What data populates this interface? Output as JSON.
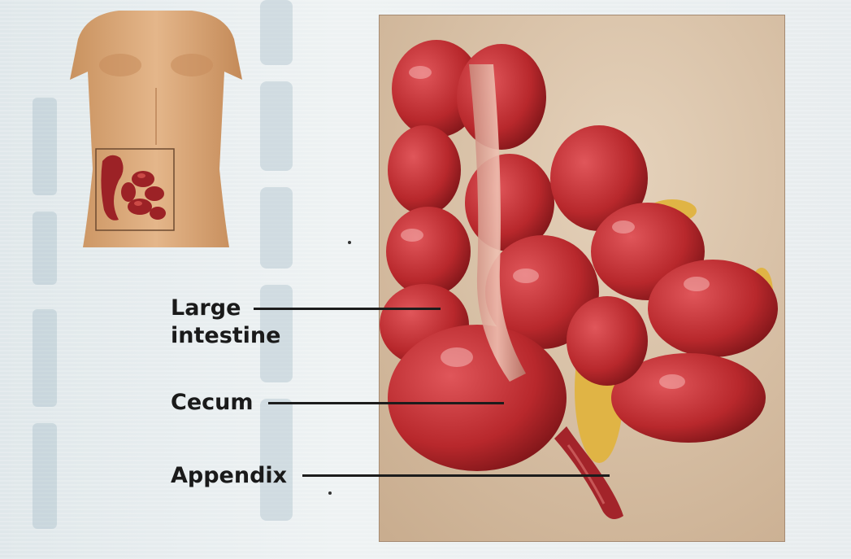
{
  "labels": {
    "large_intestine": "Large\nintestine",
    "cecum": "Cecum",
    "appendix": "Appendix"
  },
  "colors": {
    "background": "#e9eef0",
    "intestine": "#b8282c",
    "panel_bg": "#d9c2a8",
    "text": "#1a1a1a"
  },
  "illustrations": {
    "torso": "torso-inset-icon",
    "anatomy": "intestine-anatomy-illustration"
  }
}
